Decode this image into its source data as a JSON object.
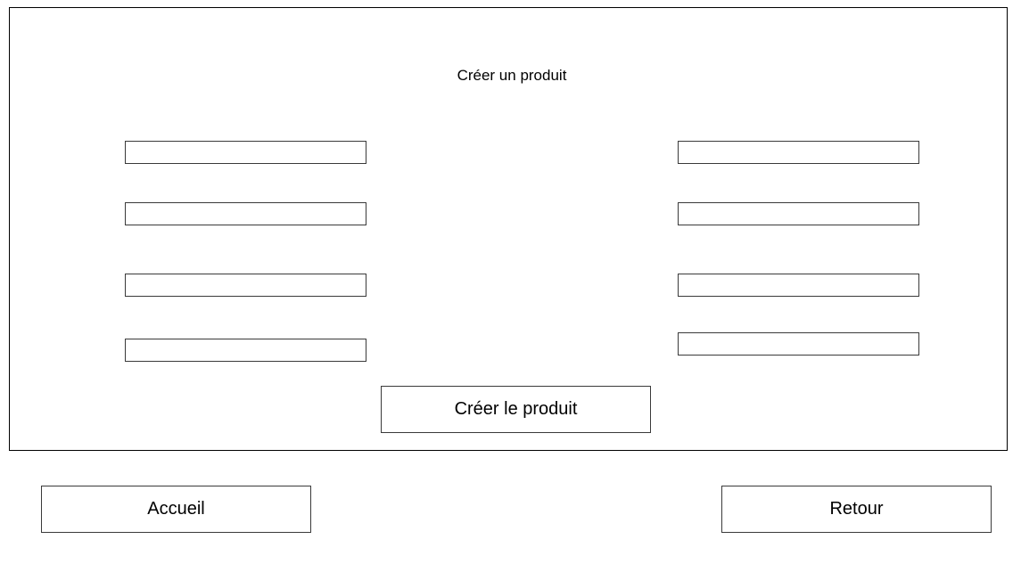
{
  "form": {
    "title": "Créer un produit",
    "left_fields": [
      {
        "value": "",
        "placeholder": ""
      },
      {
        "value": "",
        "placeholder": ""
      },
      {
        "value": "",
        "placeholder": ""
      },
      {
        "value": "",
        "placeholder": ""
      }
    ],
    "right_fields": [
      {
        "value": "",
        "placeholder": ""
      },
      {
        "value": "",
        "placeholder": ""
      },
      {
        "value": "",
        "placeholder": ""
      },
      {
        "value": "",
        "placeholder": ""
      }
    ],
    "submit_label": "Créer le produit"
  },
  "footer": {
    "home_label": "Accueil",
    "back_label": "Retour"
  },
  "colors": {
    "border": "#3a3a3a",
    "background": "#ffffff",
    "text": "#000000"
  }
}
